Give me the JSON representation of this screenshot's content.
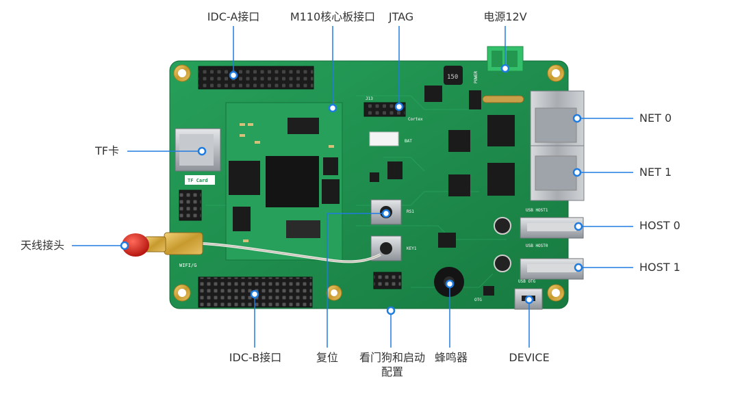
{
  "labels": {
    "idc_a": "IDC-A接口",
    "m110": "M110核心板接口",
    "jtag": "JTAG",
    "power": "电源12V",
    "tf": "TF卡",
    "antenna": "天线接头",
    "net0": "NET  0",
    "net1": "NET  1",
    "host0": "HOST  0",
    "host1": "HOST  1",
    "idc_b": "IDC-B接口",
    "reset": "复位",
    "watchdog_line1": "看门狗和启动",
    "watchdog_line2": "配置",
    "buzzer": "蜂鸣器",
    "device": "DEVICE"
  },
  "silkscreen": {
    "tf_card": "TF Card",
    "wifi": "WIFI/G",
    "usb_host1": "USB HOST1",
    "usb_host0": "USB HOST0",
    "usb_otg": "USB OTG",
    "power_tag": "POWER",
    "bat": "BAT",
    "cortex": "Cortex",
    "rs1": "RS1",
    "key1": "KEY1",
    "otg": "OTG",
    "inductor": "150",
    "jtag_ref": "J13"
  },
  "colors": {
    "accent": "#1e7be0",
    "pcb": "#1f8a4c",
    "label_text": "#333333"
  }
}
